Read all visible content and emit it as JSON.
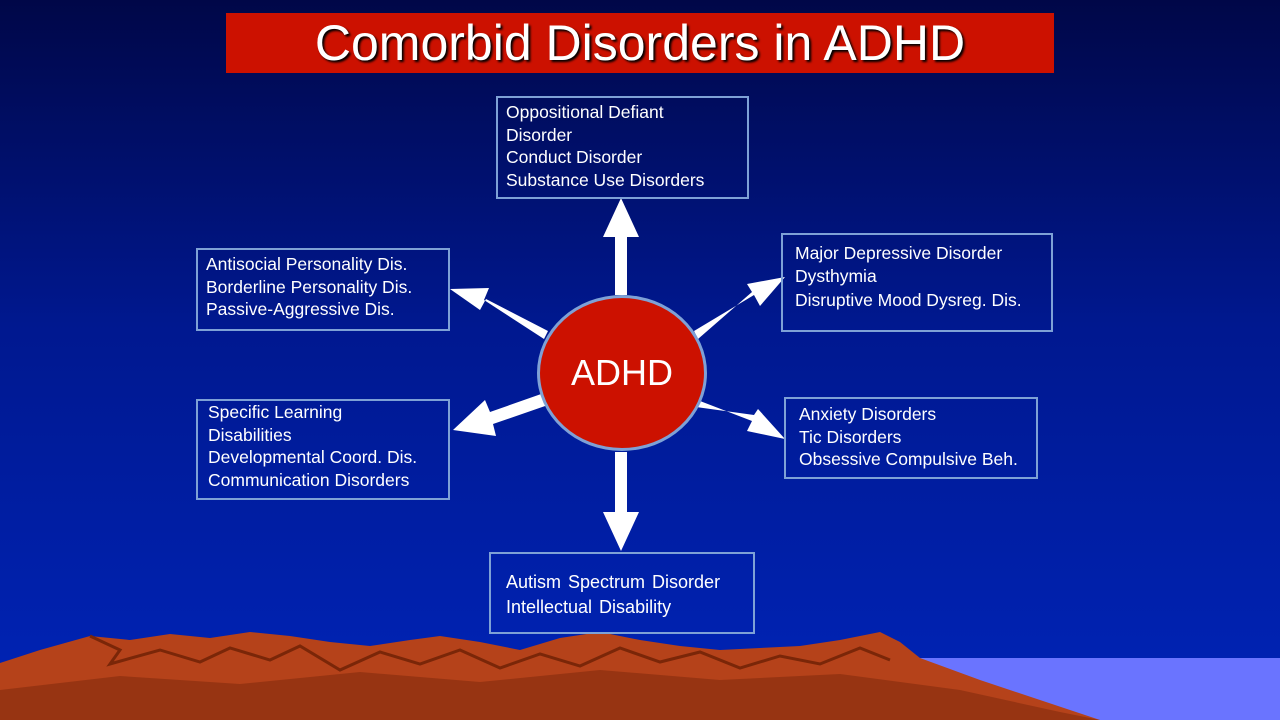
{
  "slide": {
    "title": "Comorbid Disorders in ADHD",
    "colors": {
      "background_top": "#000748",
      "background_bottom": "#0024b8",
      "title_bar": "#cc1100",
      "hub_fill": "#cc1100",
      "box_border": "#7ea1d6",
      "arrow": "#ffffff",
      "mountains": "#b5421a",
      "water": "#6a74ff"
    }
  },
  "hub": {
    "label": "ADHD"
  },
  "boxes": {
    "top": {
      "lines": [
        "Oppositional Defiant",
        "Disorder",
        "Conduct Disorder",
        "Substance Use Disorders"
      ]
    },
    "upper_left": {
      "lines": [
        "Antisocial Personality Dis.",
        "Borderline Personality Dis.",
        "Passive-Aggressive Dis."
      ]
    },
    "upper_right": {
      "lines": [
        "Major Depressive Disorder",
        "Dysthymia",
        "Disruptive Mood Dysreg. Dis."
      ]
    },
    "lower_left": {
      "lines": [
        "Specific Learning",
        "Disabilities",
        "Developmental Coord. Dis.",
        "Communication Disorders"
      ]
    },
    "lower_right": {
      "lines": [
        "Anxiety Disorders",
        "Tic Disorders",
        "Obsessive Compulsive Beh."
      ]
    },
    "bottom": {
      "lines": [
        "Autism Spectrum Disorder",
        "Intellectual Disability"
      ]
    }
  }
}
